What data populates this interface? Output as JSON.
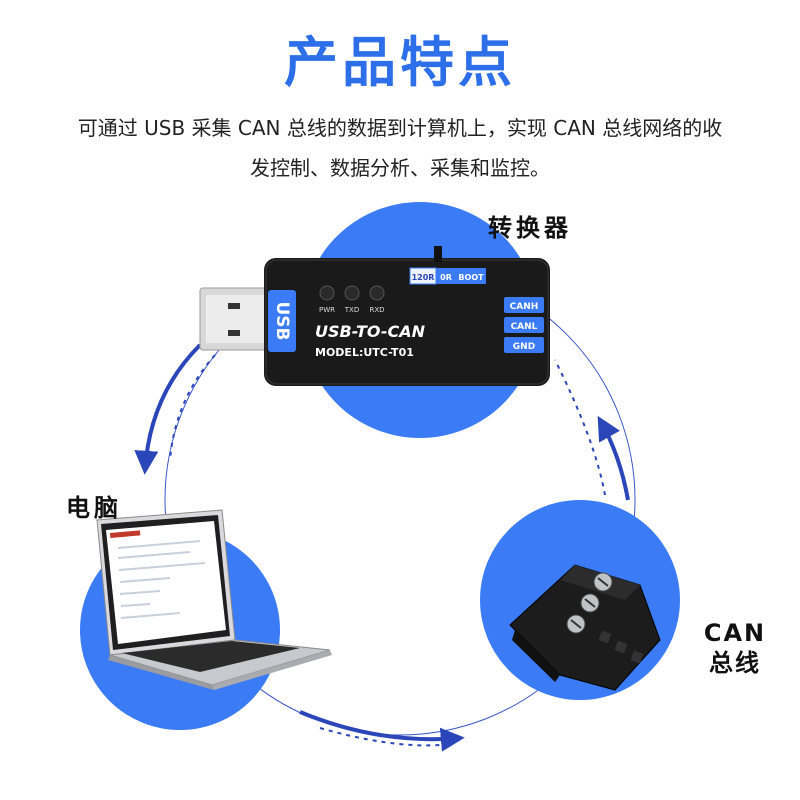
{
  "header": {
    "title": "产品特点",
    "description_line1": "可通过 USB 采集 CAN 总线的数据到计算机上，实现 CAN 总线网络的收",
    "description_line2": "发控制、数据分析、采集和监控。"
  },
  "labels": {
    "converter": "转换器",
    "computer": "电脑",
    "can_bus_line1": "CAN",
    "can_bus_line2": "总线"
  },
  "device": {
    "usb_tab": "USB",
    "product_name": "USB-TO-CAN",
    "model": "MODEL:UTC-T01",
    "leds": [
      "PWR",
      "TXD",
      "RXD"
    ],
    "switch_options": [
      "120R",
      "0R",
      "BOOT"
    ],
    "terminals": [
      "CANH",
      "CANL",
      "GND"
    ]
  },
  "colors": {
    "accent": "#2c6fe8",
    "circle": "#3b7bf5",
    "arrow": "#2b46b8",
    "device_body": "#1a1a1a"
  }
}
